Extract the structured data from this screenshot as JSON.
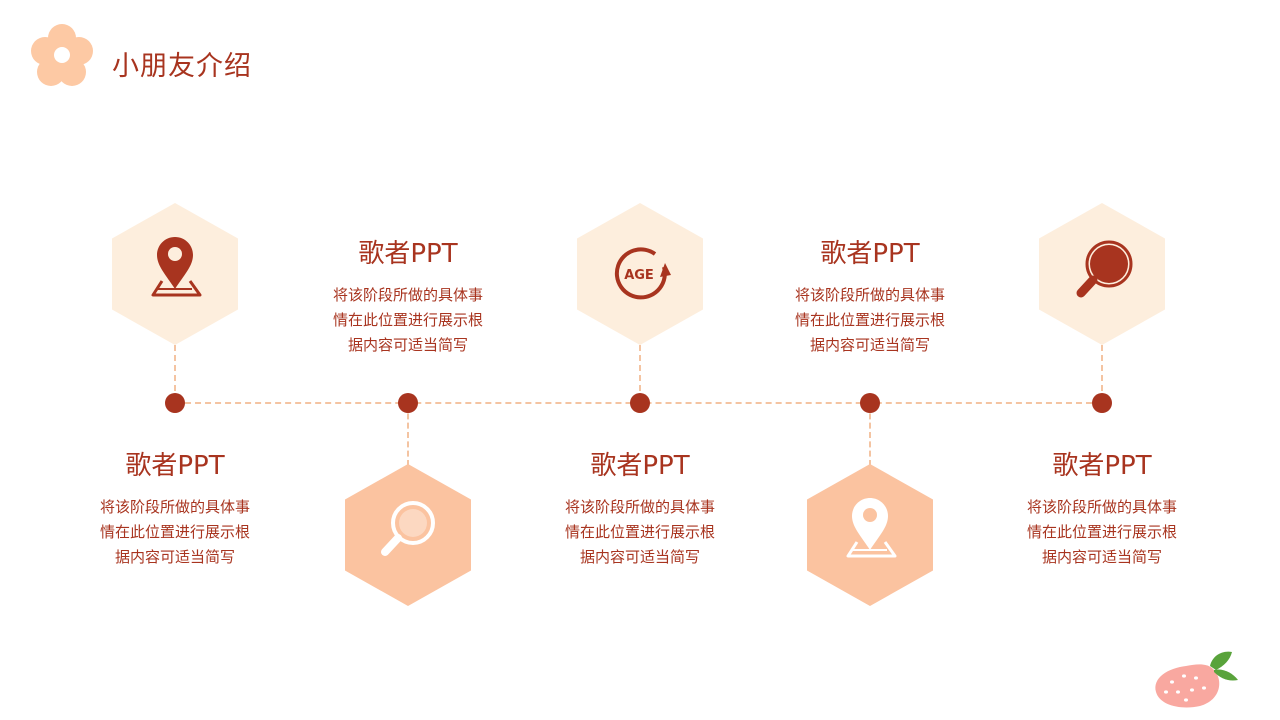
{
  "page": {
    "title": "小朋友介绍"
  },
  "colors": {
    "accent": "#a8341f",
    "hex_light": "#fdeedd",
    "hex_strong": "#fbc3a0",
    "line": "#f4c4a2",
    "flower": "#fdc9a4",
    "strawberry": "#f9a8a0",
    "leaf": "#59a33b"
  },
  "items": [
    {
      "icon": "map-pin-icon",
      "heading": "歌者PPT",
      "desc": [
        "将该阶段所做的具体事",
        "情在此位置进行展示根",
        "据内容可适当简写"
      ]
    },
    {
      "icon": "search-icon",
      "heading": "歌者PPT",
      "desc": [
        "将该阶段所做的具体事",
        "情在此位置进行展示根",
        "据内容可适当简写"
      ]
    },
    {
      "icon": "age-icon",
      "icon_label": "AGE",
      "heading": "歌者PPT",
      "desc": [
        "将该阶段所做的具体事",
        "情在此位置进行展示根",
        "据内容可适当简写"
      ]
    },
    {
      "icon": "map-pin-icon",
      "heading": "歌者PPT",
      "desc": [
        "将该阶段所做的具体事",
        "情在此位置进行展示根",
        "据内容可适当简写"
      ]
    },
    {
      "icon": "search-icon",
      "heading": "歌者PPT",
      "desc": [
        "将该阶段所做的具体事",
        "情在此位置进行展示根",
        "据内容可适当简写"
      ]
    }
  ]
}
